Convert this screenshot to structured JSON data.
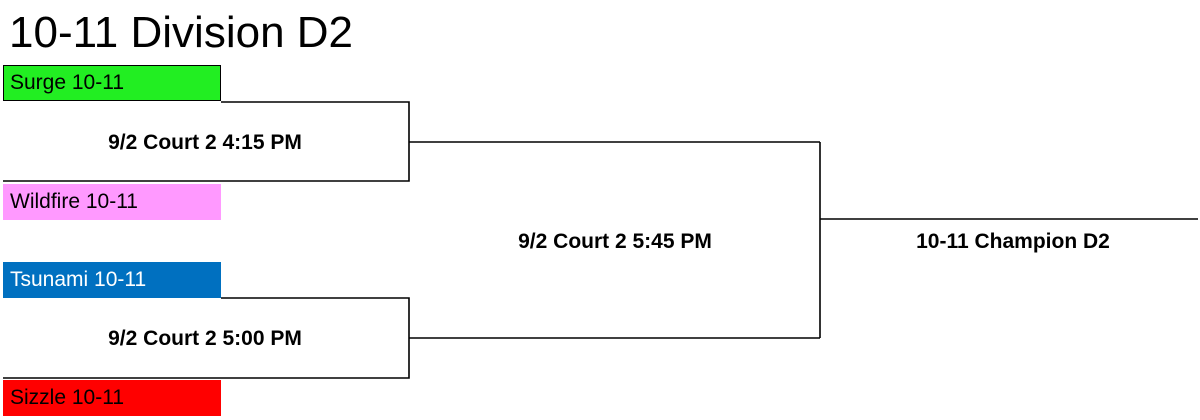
{
  "title": "10-11 Division D2",
  "teams": [
    {
      "name": "Surge 10-11",
      "color": "#22ee22",
      "text_color": "#000000"
    },
    {
      "name": "Wildfire 10-11",
      "color": "#ff99ff",
      "text_color": "#000000"
    },
    {
      "name": "Tsunami 10-11",
      "color": "#0070c0",
      "text_color": "#ffffff"
    },
    {
      "name": "Sizzle 10-11",
      "color": "#ff0000",
      "text_color": "#000000"
    }
  ],
  "games": {
    "semifinal_1": "9/2 Court 2 4:15 PM",
    "semifinal_2": "9/2 Court 2 5:00 PM",
    "final": "9/2 Court 2 5:45 PM"
  },
  "champion_label": "10-11 Champion D2",
  "colors": {
    "line": "#000000",
    "background": "#ffffff"
  }
}
